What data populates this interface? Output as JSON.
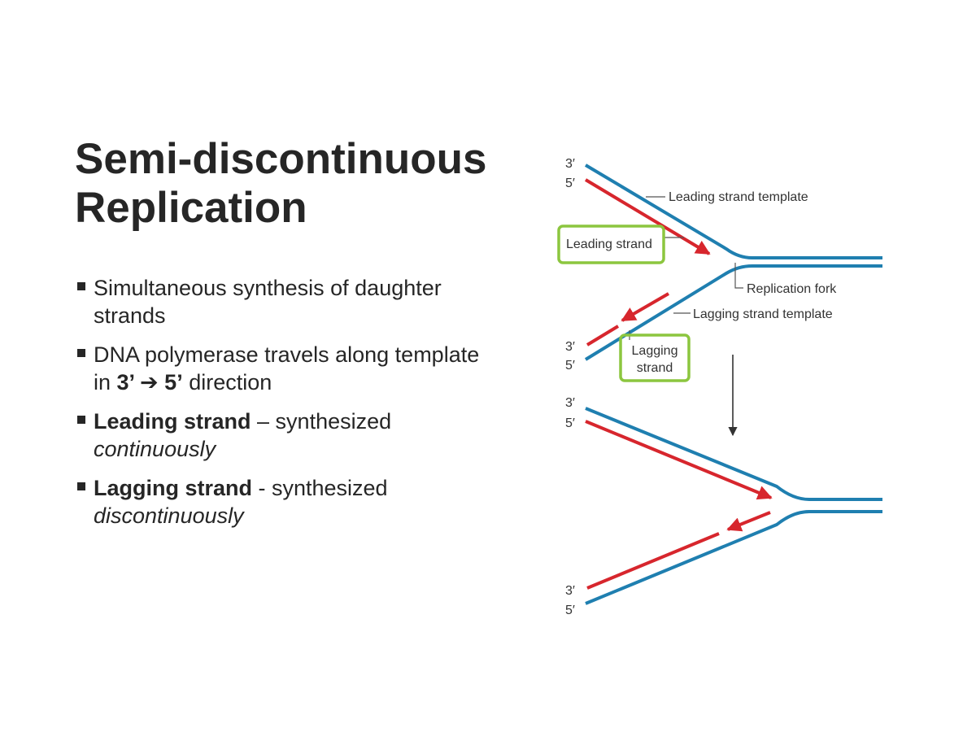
{
  "slide": {
    "title_line1": "Semi-discontinuous",
    "title_line2": "Replication"
  },
  "bullets": [
    {
      "parts": [
        "Simultaneous synthesis of daughter strands"
      ]
    },
    {
      "parts": [
        "DNA polymerase travels along template in ",
        "3’ ➔ 5’",
        " direction"
      ]
    },
    {
      "parts": [
        "Leading strand",
        " – synthesized ",
        "continuously"
      ]
    },
    {
      "parts": [
        "Lagging strand",
        " - synthesized ",
        "discontinuously"
      ]
    }
  ],
  "diagram": {
    "labels": {
      "leading_strand_template": "Leading strand template",
      "leading_strand": "Leading strand",
      "replication_fork": "Replication fork",
      "lagging_strand_template": "Lagging strand template",
      "lagging_strand_line1": "Lagging",
      "lagging_strand_line2": "strand",
      "top_3": "3′",
      "top_5": "5′",
      "mid_3": "3′",
      "mid_5": "5′",
      "low_3": "3′",
      "low_5": "5′",
      "bottom_3": "3′",
      "bottom_5": "5′"
    },
    "colors": {
      "template": "#1f7fb0",
      "daughter": "#d7262d",
      "highlight_box": "#8cc63f",
      "leader_line": "#555555"
    },
    "icons": [
      "arrow-down-icon",
      "arrowhead-icon"
    ]
  }
}
